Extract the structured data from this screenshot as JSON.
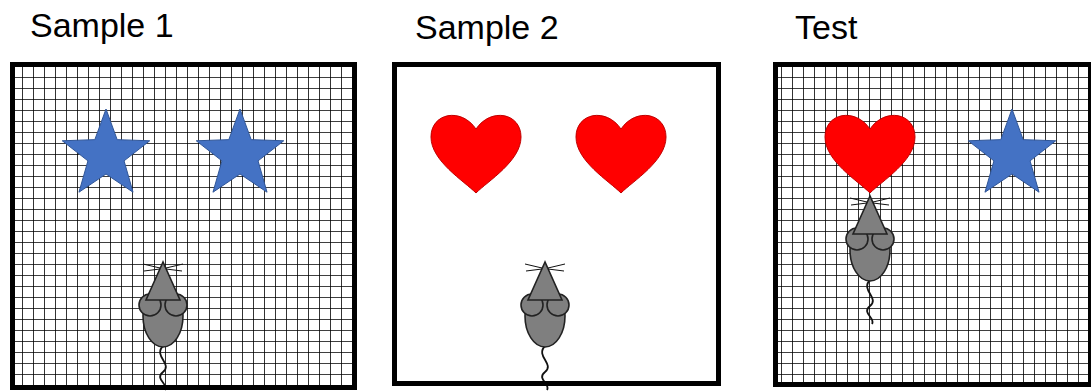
{
  "diagram": {
    "nodes": [
      {
        "text": [
          "Sample 1"
        ]
      },
      {
        "text": [
          "Sample 2"
        ]
      },
      {
        "text": [
          "Test"
        ]
      }
    ]
  }
}
